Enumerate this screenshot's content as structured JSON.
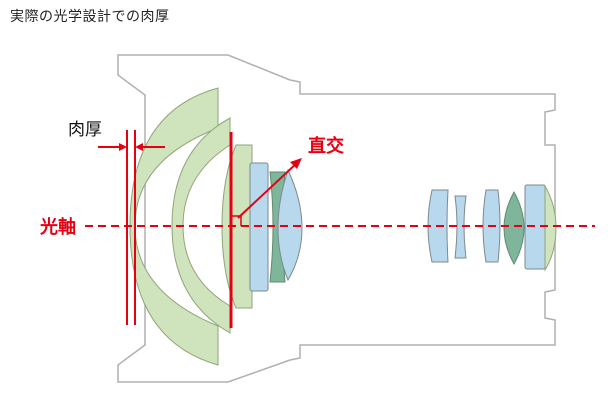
{
  "title": "実際の光学設計での肉厚",
  "labels": {
    "thickness": "肉厚",
    "orthogonal": "直交",
    "optical_axis": "光軸"
  },
  "colors": {
    "accent_red": "#e60012",
    "barrel_outline": "#b0b0b0",
    "lens_green": "#cfe3bd",
    "lens_green_dark": "#7fb59a",
    "lens_blue": "#b8d8ee",
    "lens_outline": "#7d8a8e"
  }
}
